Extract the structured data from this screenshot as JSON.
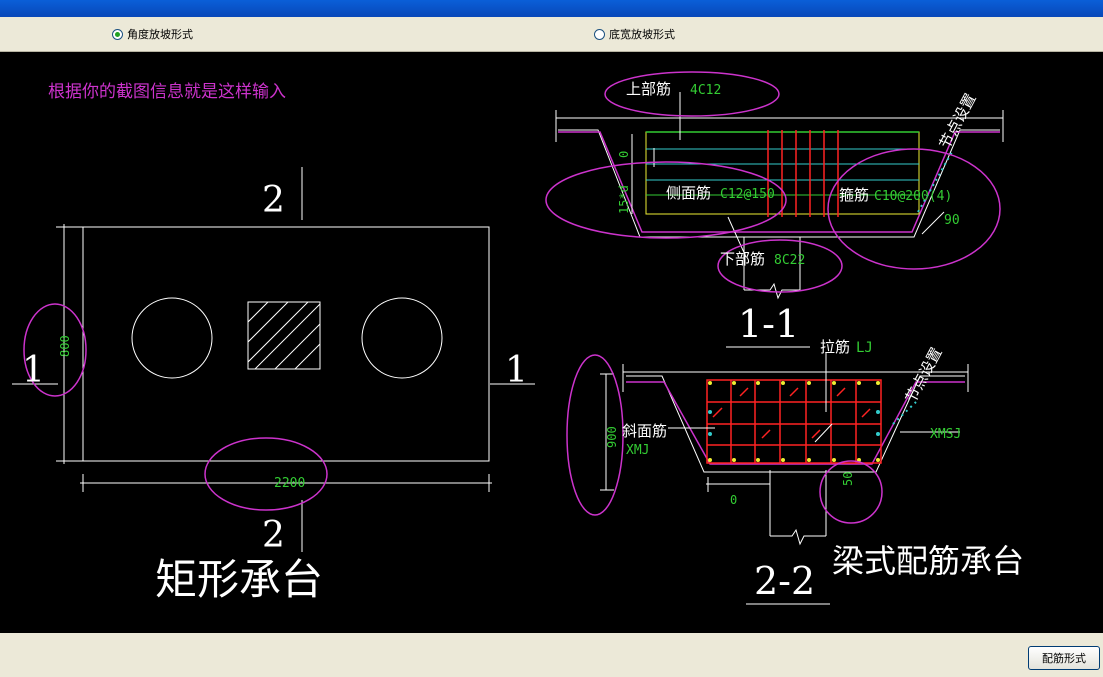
{
  "options": {
    "angle": {
      "label": "角度放坡形式",
      "selected": true
    },
    "width": {
      "label": "底宽放坡形式",
      "selected": false
    }
  },
  "note": "根据你的截图信息就是这样输入",
  "left_drawing": {
    "title": "矩形承台",
    "section_mark": "2",
    "side_mark": "1",
    "dim_height": "800",
    "dim_width": "2200"
  },
  "section_1_1": {
    "title": "1-1",
    "top_rebar_label": "上部筋",
    "top_rebar_value": "4C12",
    "side_rebar_label": "侧面筋",
    "side_rebar_value": "C12@150",
    "stirrup_label": "箍筋",
    "stirrup_value": "C10@200(4)",
    "bottom_rebar_label": "下部筋",
    "bottom_rebar_value": "8C22",
    "node_label": "节点设置",
    "angle": "90",
    "dim_zero": "0",
    "dim_d": "15*d"
  },
  "section_2_2": {
    "title": "2-2",
    "subtitle": "梁式配筋承台",
    "tie_label": "拉筋",
    "tie_value": "LJ",
    "slope_rebar_label": "斜面筋",
    "slope_rebar_value": "XMJ",
    "xmsj": "XMSJ",
    "node_label": "节点设置",
    "dim_height": "900",
    "dim_50": "50",
    "dim_zero": "0"
  },
  "footer": {
    "button": "配筋形式"
  },
  "colors": {
    "magenta": "#cc33cc",
    "green": "#33cc33",
    "white": "#ffffff",
    "red": "#ff2222",
    "cyan": "#33cccc",
    "yellow": "#eeee33"
  }
}
